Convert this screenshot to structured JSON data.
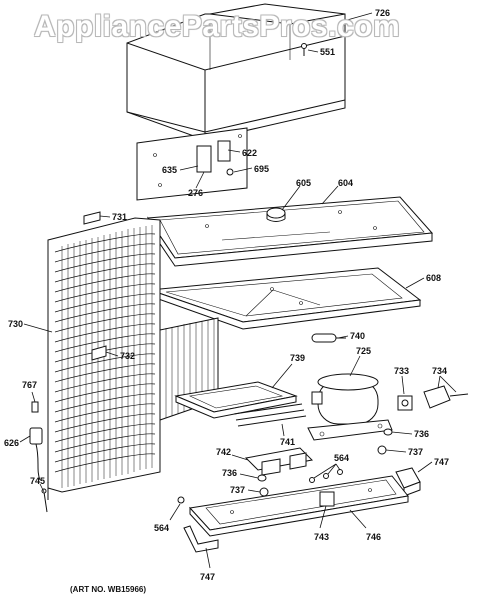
{
  "watermark": "AppliancePartsPros.com",
  "art_number": "(ART NO. WB15966)",
  "callouts": {
    "c726": "726",
    "c551": "551",
    "c622": "622",
    "c635": "635",
    "c695": "695",
    "c276": "276",
    "c605": "605",
    "c604": "604",
    "c731": "731",
    "c608": "608",
    "c730": "730",
    "c740": "740",
    "c732": "732",
    "c739": "739",
    "c725": "725",
    "c733": "733",
    "c734": "734",
    "c767": "767",
    "c741": "741",
    "c736a": "736",
    "c626": "626",
    "c737a": "737",
    "c742": "742",
    "c564a": "564",
    "c747a": "747",
    "c736b": "736",
    "c737b": "737",
    "c745": "745",
    "c564b": "564",
    "c743": "743",
    "c746": "746",
    "c747b": "747"
  }
}
